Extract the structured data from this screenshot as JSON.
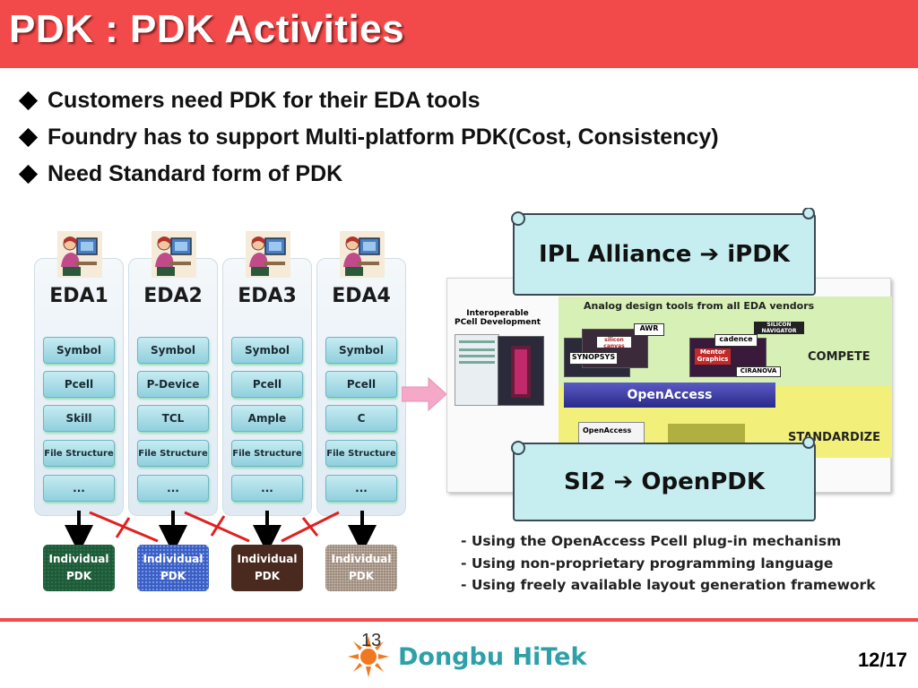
{
  "title": "PDK : PDK Activities",
  "bullets": [
    "Customers need PDK for their EDA tools",
    "Foundry has to support Multi-platform PDK(Cost, Consistency)",
    "Need Standard form of PDK"
  ],
  "eda_columns": [
    {
      "label": "EDA1",
      "cells": [
        "Symbol",
        "Pcell",
        "Skill",
        "File Structure",
        "..."
      ]
    },
    {
      "label": "EDA2",
      "cells": [
        "Symbol",
        "P-Device",
        "TCL",
        "File Structure",
        "..."
      ]
    },
    {
      "label": "EDA3",
      "cells": [
        "Symbol",
        "Pcell",
        "Ample",
        "File Structure",
        "..."
      ]
    },
    {
      "label": "EDA4",
      "cells": [
        "Symbol",
        "Pcell",
        "C",
        "File Structure",
        "..."
      ]
    }
  ],
  "pdk_boxes": [
    {
      "line1": "Individual",
      "line2": "PDK",
      "color": "#1f5a3a"
    },
    {
      "line1": "Individual",
      "line2": "PDK",
      "color": "#3b5fc4"
    },
    {
      "line1": "Individual",
      "line2": "PDK",
      "color": "#4a2a1e"
    },
    {
      "line1": "Individual",
      "line2": "PDK",
      "color": "#9c8a7c"
    }
  ],
  "alliance": {
    "banner": "IPL Alliance ➔ iPDK",
    "header": "Analog design tools from all EDA vendors",
    "interop_label_1": "Interoperable",
    "interop_label_2": "PCell Development",
    "vendors": [
      "AWR",
      "silicon canvas",
      "SYNOPSYS",
      "cadence",
      "SILICON NAVIGATOR",
      "Mentor Graphics",
      "CIRANOVA"
    ],
    "compete": "COMPETE",
    "openaccess": "OpenAccess",
    "openaccess_small": "OpenAccess",
    "standardize": "STANDARDIZE"
  },
  "si2": {
    "banner": "SI2 ➔ OpenPDK",
    "items": [
      "- Using the OpenAccess Pcell plug-in mechanism",
      "- Using non-proprietary programming language",
      "- Using freely available layout generation framework"
    ]
  },
  "footer": {
    "company": "Dongbu HiTek",
    "slide_marker": "13",
    "page": "12/17"
  },
  "colors": {
    "title_bar": "#f24a4a",
    "cell": "#8fd0dd",
    "scroll": "#c6eef0",
    "logo": "#2ea0a8"
  }
}
